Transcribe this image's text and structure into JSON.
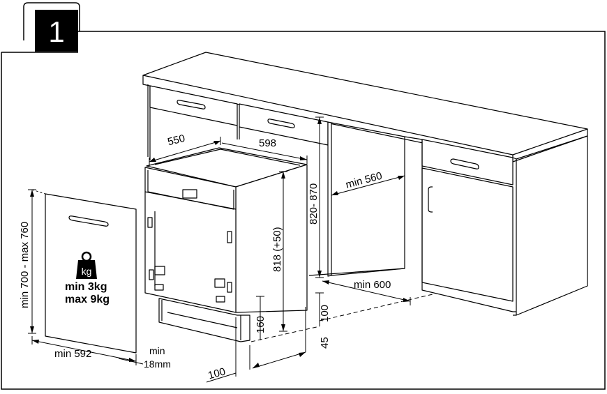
{
  "step_number": "1",
  "weight": {
    "icon": "kg-weight-icon",
    "unit": "kg",
    "min_label": "min  3kg",
    "max_label": "max 9kg"
  },
  "dimensions": {
    "countertop_depth": "550",
    "appliance_width": "598",
    "niche_width": "min 560",
    "niche_depth": "min 600",
    "niche_height": "820- 870",
    "appliance_height": "818 (+50)",
    "panel_height": "min 700 - max 760",
    "panel_width": "min 592",
    "panel_thickness_1": "min",
    "panel_thickness_2": "18mm",
    "door_gap": "160",
    "plinth_height": "100",
    "plinth_gap": "45",
    "plinth_depth": "100"
  }
}
